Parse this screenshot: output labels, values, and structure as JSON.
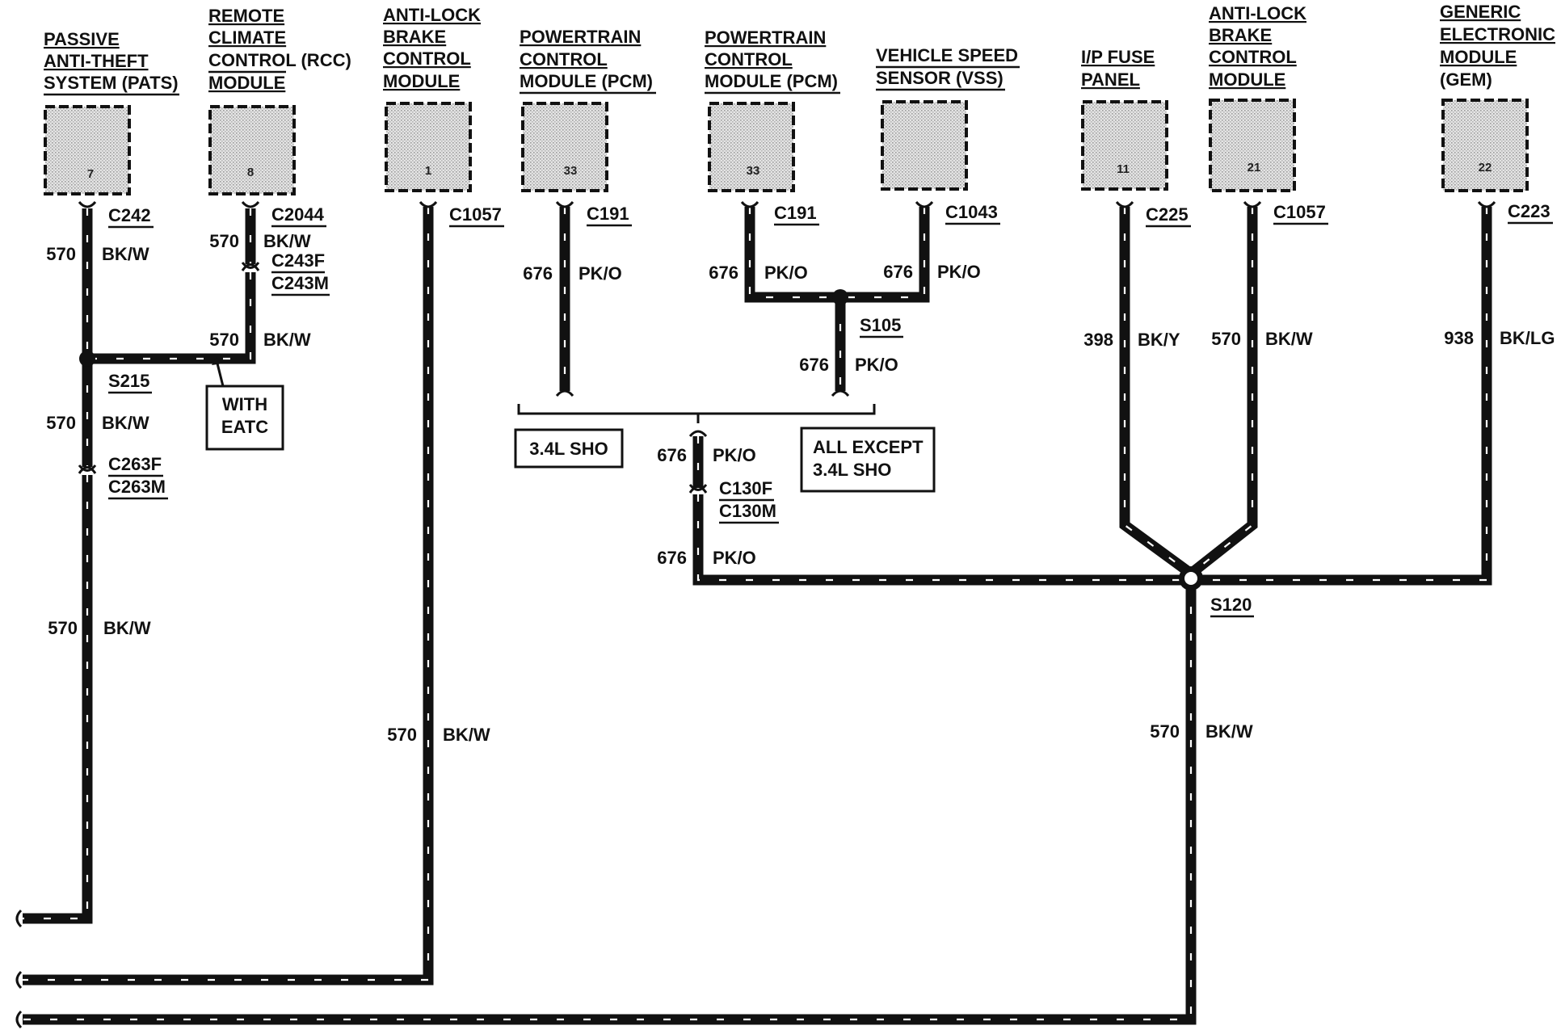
{
  "components": {
    "pats": {
      "title": [
        "PASSIVE",
        "ANTI-THEFT",
        "SYSTEM (PATS)"
      ],
      "pin": "7"
    },
    "rcc": {
      "title": [
        "REMOTE",
        "CLIMATE",
        "CONTROL (RCC)",
        "MODULE"
      ],
      "pin": "8"
    },
    "abs1": {
      "title": [
        "ANTI-LOCK",
        "BRAKE",
        "CONTROL",
        "MODULE"
      ],
      "pin": "1"
    },
    "pcm1": {
      "title": [
        "POWERTRAIN",
        "CONTROL",
        "MODULE (PCM)"
      ],
      "pin": "33"
    },
    "pcm2": {
      "title": [
        "POWERTRAIN",
        "CONTROL",
        "MODULE (PCM)"
      ],
      "pin": "33"
    },
    "vss": {
      "title": [
        "VEHICLE SPEED",
        "SENSOR (VSS)"
      ],
      "pin": ""
    },
    "ipfuse": {
      "title": [
        "I/P FUSE",
        "PANEL"
      ],
      "pin": "11"
    },
    "abs2": {
      "title": [
        "ANTI-LOCK",
        "BRAKE",
        "CONTROL",
        "MODULE"
      ],
      "pin": "21"
    },
    "gem": {
      "title": [
        "GENERIC",
        "ELECTRONIC",
        "MODULE",
        "(GEM)"
      ],
      "pin": "22"
    }
  },
  "connectors": {
    "c242": "C242",
    "c2044": "C2044",
    "c243f": "C243F",
    "c243m": "C243M",
    "c1057a": "C1057",
    "c191a": "C191",
    "c191b": "C191",
    "c1043": "C1043",
    "c225": "C225",
    "c1057b": "C1057",
    "c223": "C223",
    "c263f": "C263F",
    "c263m": "C263M",
    "c130f": "C130F",
    "c130m": "C130M"
  },
  "splices": {
    "s215": "S215",
    "s105": "S105",
    "s120": "S120"
  },
  "wires": {
    "w1": {
      "circuit": "570",
      "color": "BK/W"
    },
    "w2": {
      "circuit": "570",
      "color": "BK/W"
    },
    "w3": {
      "circuit": "570",
      "color": "BK/W"
    },
    "w4": {
      "circuit": "570",
      "color": "BK/W"
    },
    "w5": {
      "circuit": "570",
      "color": "BK/W"
    },
    "w6": {
      "circuit": "570",
      "color": "BK/W"
    },
    "w7": {
      "circuit": "676",
      "color": "PK/O"
    },
    "w8": {
      "circuit": "676",
      "color": "PK/O"
    },
    "w9": {
      "circuit": "676",
      "color": "PK/O"
    },
    "w10": {
      "circuit": "676",
      "color": "PK/O"
    },
    "w11": {
      "circuit": "676",
      "color": "PK/O"
    },
    "w12": {
      "circuit": "676",
      "color": "PK/O"
    },
    "w13": {
      "circuit": "398",
      "color": "BK/Y"
    },
    "w14": {
      "circuit": "570",
      "color": "BK/W"
    },
    "w15": {
      "circuit": "938",
      "color": "BK/LG"
    },
    "w16": {
      "circuit": "570",
      "color": "BK/W"
    }
  },
  "notes": {
    "with_eatc": [
      "WITH",
      "EATC"
    ],
    "sho": "3.4L SHO",
    "all_except": [
      "ALL EXCEPT",
      "3.4L SHO"
    ]
  }
}
